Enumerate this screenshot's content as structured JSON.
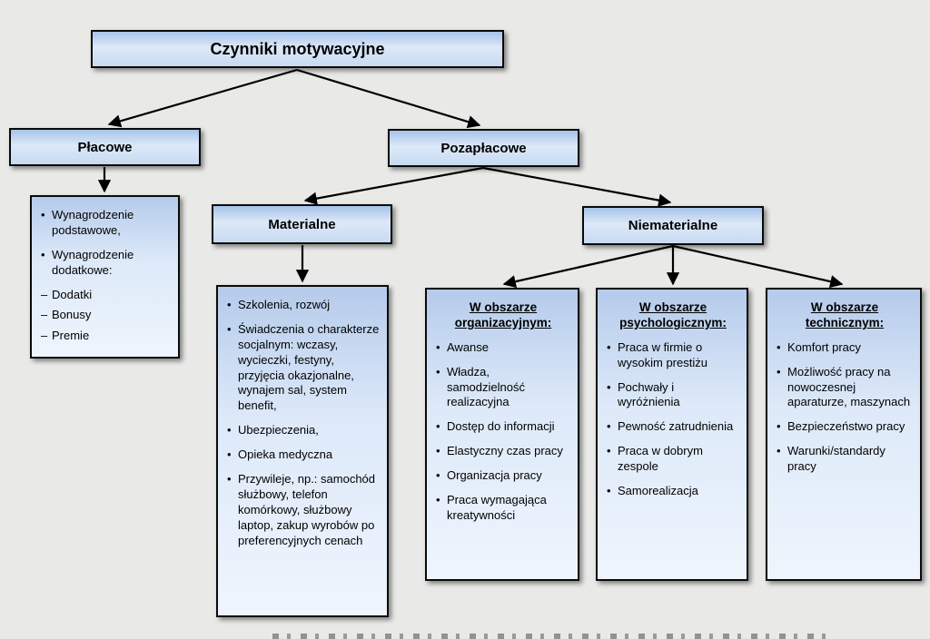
{
  "colors": {
    "bg": "#e9e9e7",
    "node_top": "#a6c3e9",
    "list_top": "#b5cbeb",
    "border": "#0a0a0a",
    "arrow": "#000000"
  },
  "diagram": {
    "title": "Czynniki motywacyjne",
    "placowe": {
      "label": "Płacowe"
    },
    "pozaplacowe": {
      "label": "Pozapłacowe"
    },
    "materialne": {
      "label": "Materialne"
    },
    "niematerialne": {
      "label": "Niematerialne"
    },
    "placowe_list": {
      "items": [
        {
          "marker": "•",
          "text": "Wynagrodzenie podstawowe,"
        },
        {
          "marker": "•",
          "text": "Wynagrodzenie dodatkowe:"
        },
        {
          "marker": "–",
          "text": "Dodatki"
        },
        {
          "marker": "–",
          "text": "Bonusy"
        },
        {
          "marker": "–",
          "text": "Premie"
        }
      ]
    },
    "materialne_list": {
      "items": [
        {
          "marker": "•",
          "text": "Szkolenia, rozwój"
        },
        {
          "marker": "•",
          "text": "Świadczenia o charakterze socjalnym: wczasy, wycieczki, festyny, przyjęcia okazjonalne, wynajem sal, system benefit,"
        },
        {
          "marker": "•",
          "text": "Ubezpieczenia,"
        },
        {
          "marker": "•",
          "text": "Opieka medyczna"
        },
        {
          "marker": "•",
          "text": "Przywileje, np.: samochód służbowy, telefon komórkowy, służbowy laptop, zakup wyrobów po preferencyjnych cenach"
        }
      ]
    },
    "org": {
      "heading": "W obszarze organizacyjnym:",
      "items": [
        {
          "marker": "•",
          "text": "Awanse"
        },
        {
          "marker": "•",
          "text": "Władza, samodzielność realizacyjna"
        },
        {
          "marker": "•",
          "text": "Dostęp do informacji"
        },
        {
          "marker": "•",
          "text": "Elastyczny czas pracy"
        },
        {
          "marker": "•",
          "text": "Organizacja pracy"
        },
        {
          "marker": "•",
          "text": "Praca wymagająca kreatywności"
        }
      ]
    },
    "psych": {
      "heading": "W obszarze psychologicznym:",
      "items": [
        {
          "marker": "•",
          "text": "Praca w firmie o wysokim prestiżu"
        },
        {
          "marker": "•",
          "text": "Pochwały i wyróżnienia"
        },
        {
          "marker": "•",
          "text": "Pewność zatrudnienia"
        },
        {
          "marker": "•",
          "text": "Praca w dobrym zespole"
        },
        {
          "marker": "•",
          "text": "Samorealizacja"
        }
      ]
    },
    "tech": {
      "heading": "W obszarze technicznym:",
      "items": [
        {
          "marker": "•",
          "text": "Komfort pracy"
        },
        {
          "marker": "•",
          "text": "Możliwość pracy na nowoczesnej aparaturze, maszynach"
        },
        {
          "marker": "•",
          "text": "Bezpieczeństwo pracy"
        },
        {
          "marker": "•",
          "text": "Warunki/standardy pracy"
        }
      ]
    }
  }
}
